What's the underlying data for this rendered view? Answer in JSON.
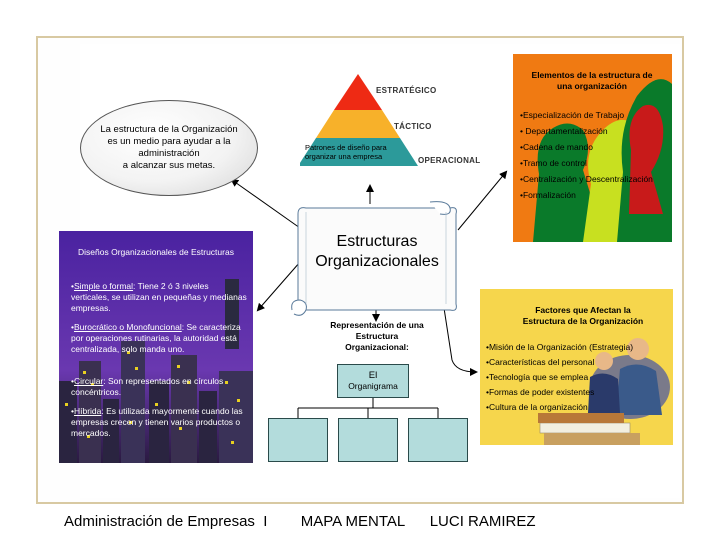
{
  "oval": {
    "text": "La estructura de la Organización\nes un medio para ayudar a la\nadministración\na alcanzar sus metas."
  },
  "pyramid": {
    "levels": [
      "ESTRATÉGICO",
      "TÁCTICO",
      "OPERACIONAL"
    ],
    "colors": {
      "top": "#ee2a14",
      "middle": "#f7b12a",
      "bottom": "#2c9a9a"
    },
    "note": "Patrones de diseño para organizar una empresa"
  },
  "center": {
    "title_line1": "Estructuras",
    "title_line2": "Organizacionales"
  },
  "elements": {
    "title": "Elementos de la estructura de una organización",
    "items": [
      "•Especialización de Trabajo",
      "• Departamentalización",
      "•Cadena de mando",
      "•Tramo de control",
      "•Centralización y Descentralización",
      "•Formalización"
    ]
  },
  "designs": {
    "title": "Diseños Organizacionales de Estructuras",
    "simple_term": "Simple o formal",
    "simple_desc": ": Tiene 2 ó 3 niveles verticales, se utilizan en pequeñas y medianas empresas.",
    "buro_term": "Burocrático o Monofuncional",
    "buro_desc": ": Se caracteriza por operaciones rutinarias, la autoridad está centralizada, solo manda uno.",
    "circ_term": "Circular",
    "circ_desc": ": Son representados en círculos concéntricos.",
    "hib_term": "Híbrida",
    "hib_desc": ": Es utilizada mayormente cuando las empresas crecen y tienen varios productos o mercados."
  },
  "factors": {
    "title": "Factores que Afectan la Estructura de la Organización",
    "items": [
      "•Misión de la Organización (Estrategia)",
      "•Características del personal",
      "•Tecnología que se emplea",
      "•Formas de poder existentes",
      "•Cultura de la organización"
    ]
  },
  "representation": {
    "title": "Representación de una Estructura Organizacional:",
    "top_line1": "El",
    "top_line2": "Organigrama"
  },
  "footer": {
    "course": "Administración de Empresas  I",
    "topic": "MAPA MENTAL",
    "author": "LUCI RAMIREZ"
  }
}
